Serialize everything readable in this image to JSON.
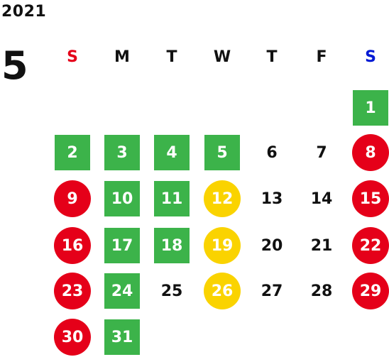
{
  "calendar": {
    "year": "2021",
    "month": "5",
    "weekdays": [
      {
        "label": "S",
        "color": "#e50019"
      },
      {
        "label": "M",
        "color": "#111111"
      },
      {
        "label": "T",
        "color": "#111111"
      },
      {
        "label": "W",
        "color": "#111111"
      },
      {
        "label": "T",
        "color": "#111111"
      },
      {
        "label": "F",
        "color": "#111111"
      },
      {
        "label": "S",
        "color": "#0019d4"
      }
    ],
    "first_weekday_index": 6,
    "days": [
      {
        "day": "1",
        "style": "green"
      },
      {
        "day": "2",
        "style": "green"
      },
      {
        "day": "3",
        "style": "green"
      },
      {
        "day": "4",
        "style": "green"
      },
      {
        "day": "5",
        "style": "green"
      },
      {
        "day": "6",
        "style": "plain"
      },
      {
        "day": "7",
        "style": "plain"
      },
      {
        "day": "8",
        "style": "red"
      },
      {
        "day": "9",
        "style": "red"
      },
      {
        "day": "10",
        "style": "green"
      },
      {
        "day": "11",
        "style": "green"
      },
      {
        "day": "12",
        "style": "yellow"
      },
      {
        "day": "13",
        "style": "plain"
      },
      {
        "day": "14",
        "style": "plain"
      },
      {
        "day": "15",
        "style": "red"
      },
      {
        "day": "16",
        "style": "red"
      },
      {
        "day": "17",
        "style": "green"
      },
      {
        "day": "18",
        "style": "green"
      },
      {
        "day": "19",
        "style": "yellow"
      },
      {
        "day": "20",
        "style": "plain"
      },
      {
        "day": "21",
        "style": "plain"
      },
      {
        "day": "22",
        "style": "red"
      },
      {
        "day": "23",
        "style": "red"
      },
      {
        "day": "24",
        "style": "green"
      },
      {
        "day": "25",
        "style": "plain"
      },
      {
        "day": "26",
        "style": "yellow"
      },
      {
        "day": "27",
        "style": "plain"
      },
      {
        "day": "28",
        "style": "plain"
      },
      {
        "day": "29",
        "style": "red"
      },
      {
        "day": "30",
        "style": "red"
      },
      {
        "day": "31",
        "style": "green"
      }
    ],
    "colors": {
      "green": "#3cb34a",
      "red": "#e50019",
      "yellow": "#fad300",
      "text": "#111111"
    }
  }
}
